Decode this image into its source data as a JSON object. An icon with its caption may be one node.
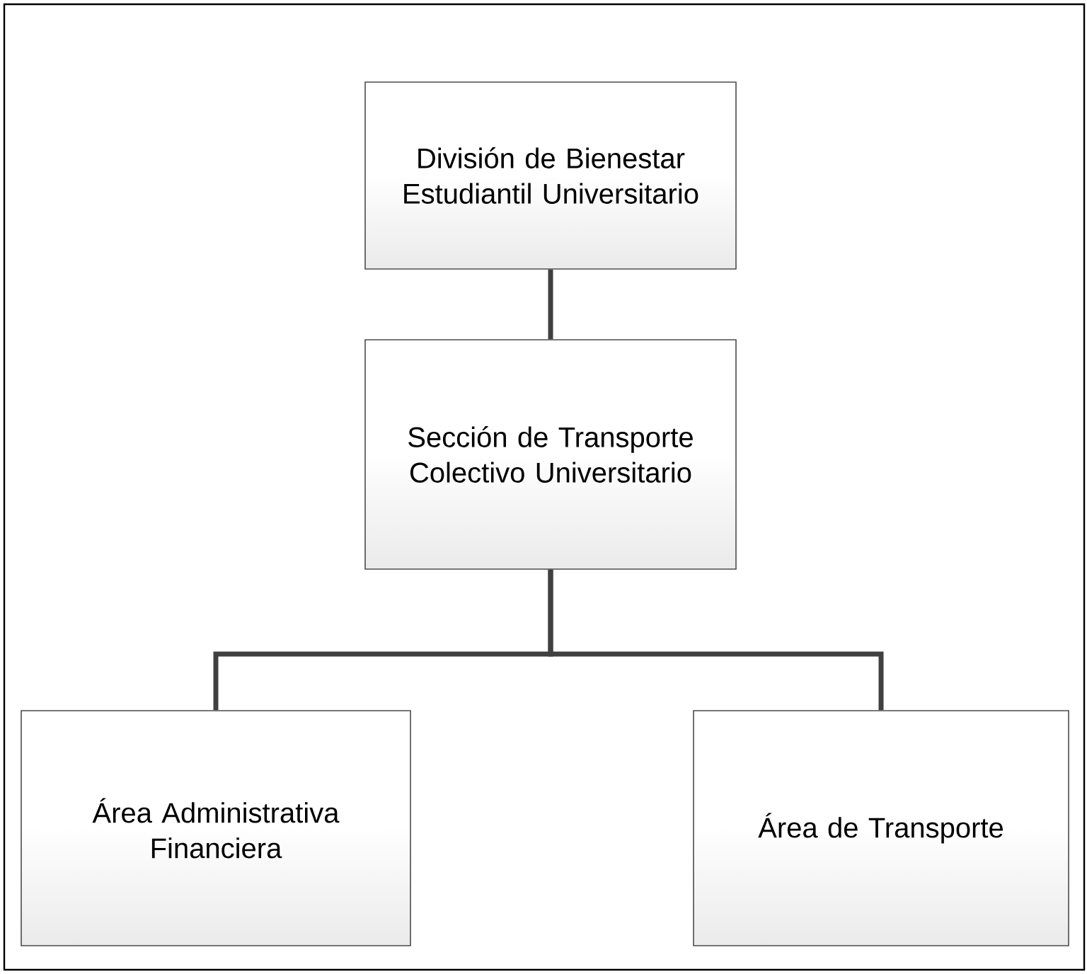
{
  "diagram": {
    "nodes": [
      {
        "text": [
          "División de Bienestar Estudiantil Universitario"
        ]
      },
      {
        "text": [
          "Sección de Transporte Colectivo Universitario"
        ]
      },
      {
        "text": [
          "Área Administrativa Financiera"
        ]
      },
      {
        "text": [
          "Área de Transporte"
        ]
      }
    ],
    "edges": [
      {
        "from": 0,
        "to": 1,
        "arrow": "none"
      },
      {
        "from": 1,
        "to": 2,
        "arrow": "none"
      },
      {
        "from": 1,
        "to": 3,
        "arrow": "none"
      }
    ]
  }
}
